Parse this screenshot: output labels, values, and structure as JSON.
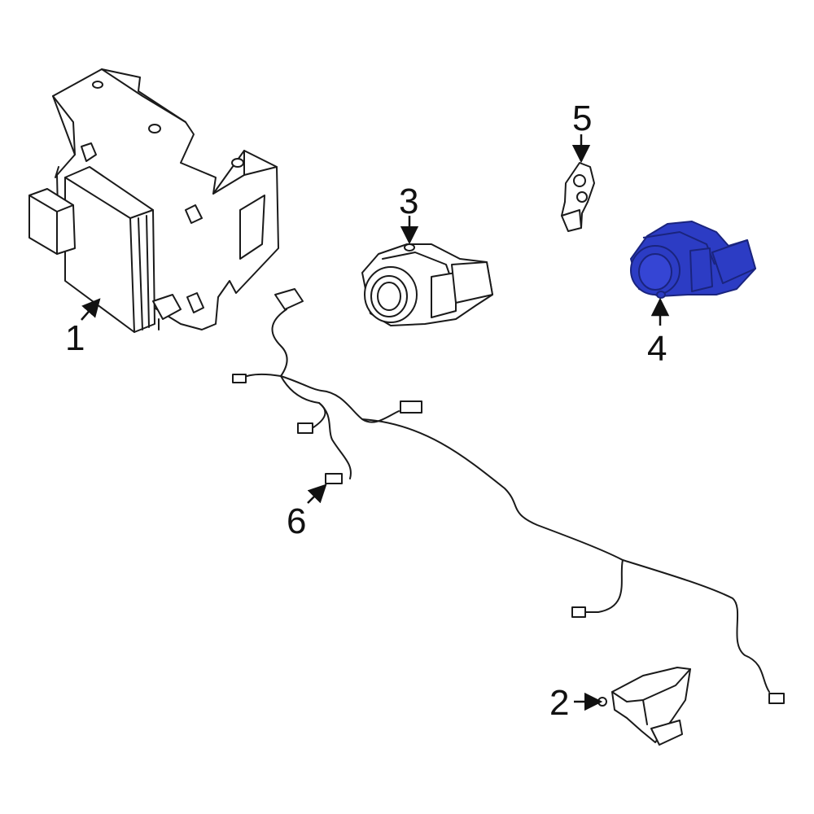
{
  "colors": {
    "highlight": "#2c3cc4",
    "highlight_dark": "#1a247e",
    "line": "#1a1a1a",
    "background": "#ffffff"
  },
  "callouts": {
    "c1": "1",
    "c2": "2",
    "c3": "3",
    "c4": "4",
    "c5": "5",
    "c6": "6"
  },
  "highlighted_part": "4"
}
